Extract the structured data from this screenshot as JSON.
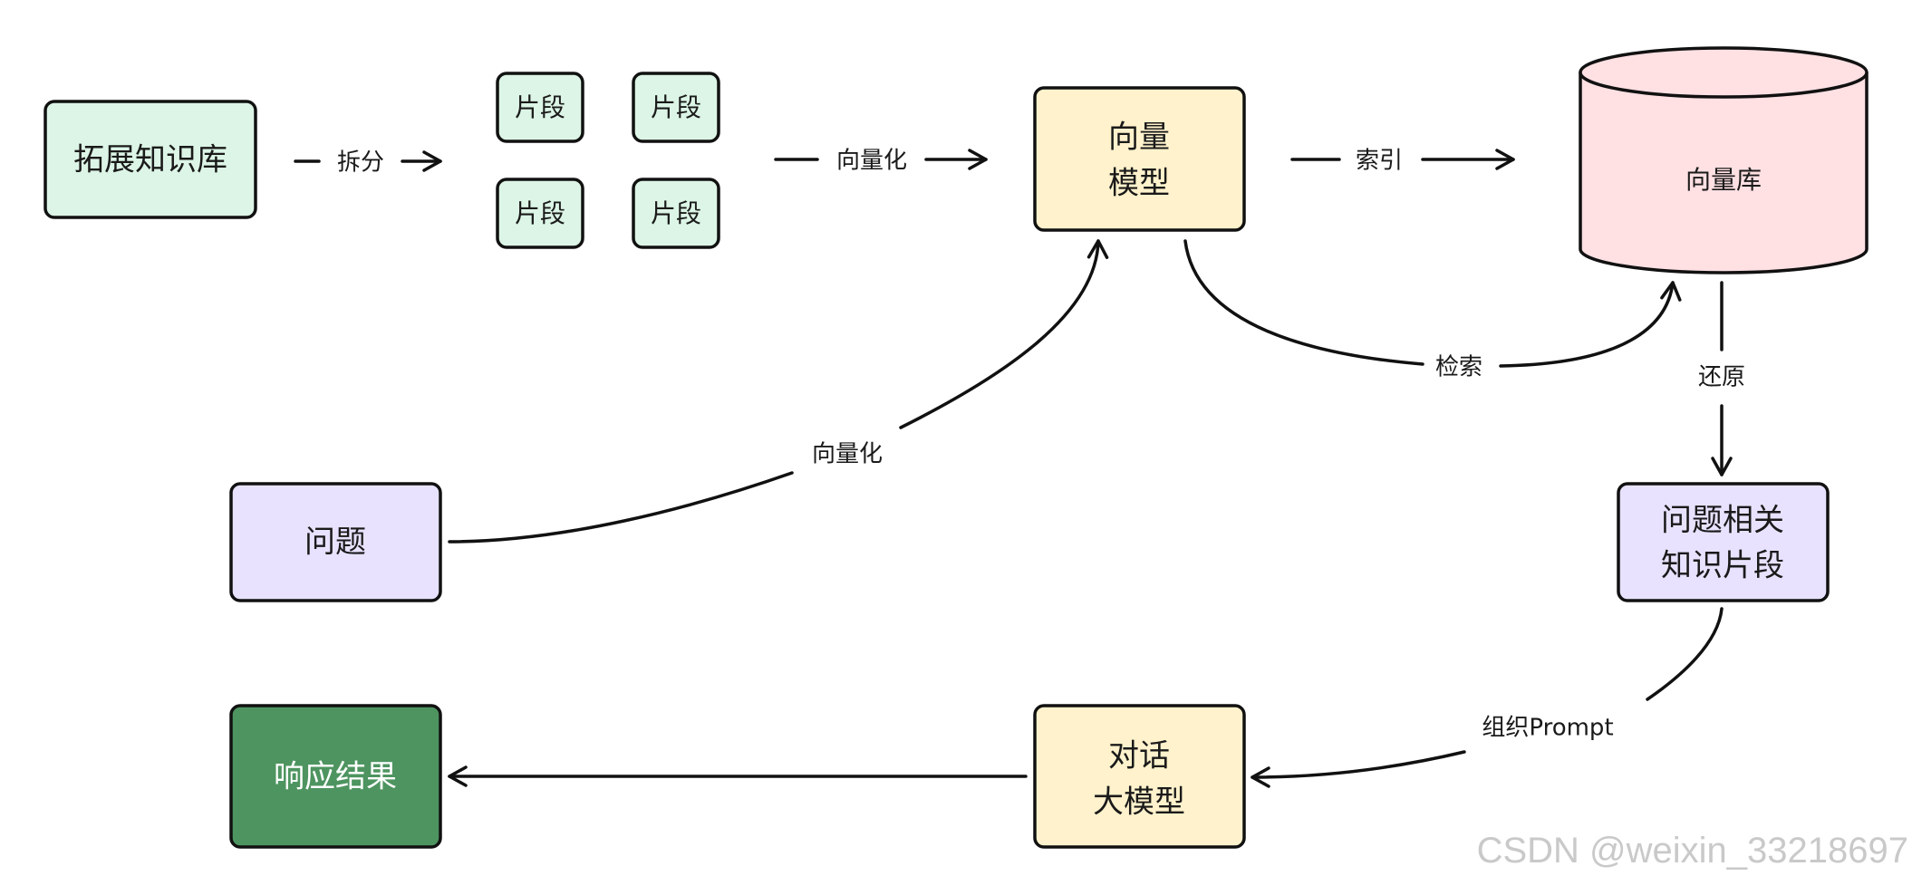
{
  "colors": {
    "green_light": "#dcf5e6",
    "yellow_light": "#fff2cc",
    "pink_light": "#ffe0e3",
    "purple_light": "#e8e2ff",
    "green_dark": "#4e9460",
    "stroke": "#111111"
  },
  "nodes": {
    "knowledge_base": "拓展知识库",
    "fragment_1": "片段",
    "fragment_2": "片段",
    "fragment_3": "片段",
    "fragment_4": "片段",
    "vector_model_line1": "向量",
    "vector_model_line2": "模型",
    "vector_db": "向量库",
    "question": "问题",
    "related_fragments_line1": "问题相关",
    "related_fragments_line2": "知识片段",
    "chat_model_line1": "对话",
    "chat_model_line2": "大模型",
    "response": "响应结果"
  },
  "edges": {
    "split": "拆分",
    "vectorize_fragments": "向量化",
    "index": "索引",
    "retrieve": "检索",
    "restore": "还原",
    "vectorize_question": "向量化",
    "organize_prompt": "组织Prompt"
  },
  "watermark": "CSDN @weixin_33218697"
}
